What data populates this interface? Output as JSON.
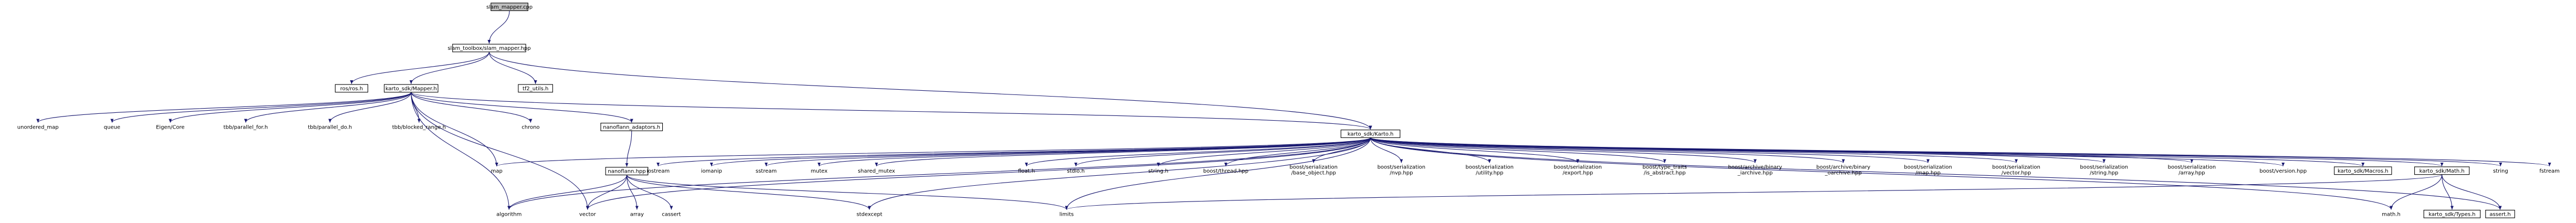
{
  "graph": {
    "title": "slam_mapper.cpp",
    "colors": {
      "edge": "#191970",
      "node_fill": "#ffffff",
      "root_fill": "#bfbfbf",
      "node_border": "#000000",
      "missing_border": "#ff0000"
    },
    "nodes": [
      {
        "id": "slam_mapper_cpp",
        "label": "slam_mapper.cpp",
        "kind": "root"
      },
      {
        "id": "slam_mapper_hpp",
        "label": "slam_toolbox/slam_mapper.hpp",
        "kind": "boxed"
      },
      {
        "id": "ros_h",
        "label": "ros/ros.h",
        "kind": "boxed"
      },
      {
        "id": "mapper_h",
        "label": "karto_sdk/Mapper.h",
        "kind": "boxed"
      },
      {
        "id": "tf2_utils",
        "label": "tf2_utils.h",
        "kind": "boxed"
      },
      {
        "id": "unordered_map",
        "label": "unordered_map",
        "kind": "plain"
      },
      {
        "id": "queue",
        "label": "queue",
        "kind": "plain"
      },
      {
        "id": "eigen_core",
        "label": "Eigen/Core",
        "kind": "plain"
      },
      {
        "id": "tbb_parallel_for",
        "label": "tbb/parallel_for.h",
        "kind": "plain"
      },
      {
        "id": "tbb_parallel_do",
        "label": "tbb/parallel_do.h",
        "kind": "plain"
      },
      {
        "id": "tbb_blocked_range",
        "label": "tbb/blocked_range.h",
        "kind": "plain"
      },
      {
        "id": "chrono",
        "label": "chrono",
        "kind": "plain"
      },
      {
        "id": "nanoflann_adaptors",
        "label": "nanoflann_adaptors.h",
        "kind": "boxed"
      },
      {
        "id": "karto_h",
        "label": "karto_sdk/Karto.h",
        "kind": "boxed"
      },
      {
        "id": "map",
        "label": "map",
        "kind": "plain"
      },
      {
        "id": "vector",
        "label": "vector",
        "kind": "plain"
      },
      {
        "id": "nanoflann_hpp",
        "label": "nanoflann.hpp",
        "kind": "missing"
      },
      {
        "id": "sstream_io",
        "label": "iostream",
        "kind": "plain"
      },
      {
        "id": "iomanip",
        "label": "iomanip",
        "kind": "plain"
      },
      {
        "id": "sstream",
        "label": "sstream",
        "kind": "plain"
      },
      {
        "id": "mutex",
        "label": "mutex",
        "kind": "plain"
      },
      {
        "id": "shared_mutex",
        "label": "shared_mutex",
        "kind": "plain"
      },
      {
        "id": "float_h",
        "label": "float.h",
        "kind": "plain"
      },
      {
        "id": "stdio_h",
        "label": "stdio.h",
        "kind": "plain"
      },
      {
        "id": "string_h",
        "label": "string.h",
        "kind": "plain"
      },
      {
        "id": "boost_thread",
        "label": "boost/thread.hpp",
        "kind": "plain"
      },
      {
        "id": "boost_ser_base",
        "label": "boost/serialization\n/base_object.hpp",
        "kind": "plain"
      },
      {
        "id": "boost_ser_nvp",
        "label": "boost/serialization\n/nvp.hpp",
        "kind": "plain"
      },
      {
        "id": "boost_ser_utility",
        "label": "boost/serialization\n/utility.hpp",
        "kind": "plain"
      },
      {
        "id": "boost_ser_export",
        "label": "boost/serialization\n/export.hpp",
        "kind": "plain"
      },
      {
        "id": "boost_type_traits",
        "label": "boost/type_traits\n/is_abstract.hpp",
        "kind": "plain"
      },
      {
        "id": "boost_arch_bin_i",
        "label": "boost/archive/binary\n_iarchive.hpp",
        "kind": "plain"
      },
      {
        "id": "boost_arch_bin_o",
        "label": "boost/archive/binary\n_oarchive.hpp",
        "kind": "plain"
      },
      {
        "id": "boost_ser_map",
        "label": "boost/serialization\n/map.hpp",
        "kind": "plain"
      },
      {
        "id": "boost_ser_vector",
        "label": "boost/serialization\n/vector.hpp",
        "kind": "plain"
      },
      {
        "id": "boost_ser_string",
        "label": "boost/serialization\n/string.hpp",
        "kind": "plain"
      },
      {
        "id": "boost_ser_array",
        "label": "boost/serialization\n/array.hpp",
        "kind": "plain"
      },
      {
        "id": "boost_version",
        "label": "boost/version.hpp",
        "kind": "plain"
      },
      {
        "id": "macros_h",
        "label": "karto_sdk/Macros.h",
        "kind": "boxed"
      },
      {
        "id": "math_h",
        "label": "karto_sdk/Math.h",
        "kind": "boxed"
      },
      {
        "id": "string",
        "label": "string",
        "kind": "plain"
      },
      {
        "id": "fstream",
        "label": "fstream",
        "kind": "plain"
      },
      {
        "id": "algorithm",
        "label": "algorithm",
        "kind": "plain"
      },
      {
        "id": "array",
        "label": "array",
        "kind": "plain"
      },
      {
        "id": "cassert",
        "label": "cassert",
        "kind": "plain"
      },
      {
        "id": "stdexcept",
        "label": "stdexcept",
        "kind": "plain"
      },
      {
        "id": "limits",
        "label": "limits",
        "kind": "plain"
      },
      {
        "id": "math",
        "label": "math.h",
        "kind": "plain"
      },
      {
        "id": "types_h",
        "label": "karto_sdk/Types.h",
        "kind": "missing"
      },
      {
        "id": "assert_h",
        "label": "assert.h",
        "kind": "boxed"
      }
    ],
    "edges": [
      [
        "slam_mapper_cpp",
        "slam_mapper_hpp"
      ],
      [
        "slam_mapper_hpp",
        "ros_h"
      ],
      [
        "slam_mapper_hpp",
        "mapper_h"
      ],
      [
        "slam_mapper_hpp",
        "tf2_utils"
      ],
      [
        "slam_mapper_hpp",
        "karto_h"
      ],
      [
        "mapper_h",
        "unordered_map"
      ],
      [
        "mapper_h",
        "queue"
      ],
      [
        "mapper_h",
        "eigen_core"
      ],
      [
        "mapper_h",
        "tbb_parallel_for"
      ],
      [
        "mapper_h",
        "tbb_parallel_do"
      ],
      [
        "mapper_h",
        "tbb_blocked_range"
      ],
      [
        "mapper_h",
        "chrono"
      ],
      [
        "mapper_h",
        "nanoflann_adaptors"
      ],
      [
        "mapper_h",
        "karto_h"
      ],
      [
        "mapper_h",
        "map"
      ],
      [
        "mapper_h",
        "vector"
      ],
      [
        "mapper_h",
        "algorithm"
      ],
      [
        "nanoflann_adaptors",
        "nanoflann_hpp"
      ],
      [
        "nanoflann_hpp",
        "algorithm"
      ],
      [
        "nanoflann_hpp",
        "vector"
      ],
      [
        "nanoflann_hpp",
        "array"
      ],
      [
        "nanoflann_hpp",
        "cassert"
      ],
      [
        "nanoflann_hpp",
        "stdexcept"
      ],
      [
        "nanoflann_hpp",
        "limits"
      ],
      [
        "karto_h",
        "map"
      ],
      [
        "karto_h",
        "vector"
      ],
      [
        "karto_h",
        "sstream_io"
      ],
      [
        "karto_h",
        "iomanip"
      ],
      [
        "karto_h",
        "sstream"
      ],
      [
        "karto_h",
        "mutex"
      ],
      [
        "karto_h",
        "shared_mutex"
      ],
      [
        "karto_h",
        "float_h"
      ],
      [
        "karto_h",
        "stdio_h"
      ],
      [
        "karto_h",
        "string_h"
      ],
      [
        "karto_h",
        "boost_thread"
      ],
      [
        "karto_h",
        "boost_ser_base"
      ],
      [
        "karto_h",
        "boost_ser_nvp"
      ],
      [
        "karto_h",
        "boost_ser_utility"
      ],
      [
        "karto_h",
        "boost_ser_export"
      ],
      [
        "karto_h",
        "boost_type_traits"
      ],
      [
        "karto_h",
        "boost_arch_bin_i"
      ],
      [
        "karto_h",
        "boost_arch_bin_o"
      ],
      [
        "karto_h",
        "boost_ser_map"
      ],
      [
        "karto_h",
        "boost_ser_vector"
      ],
      [
        "karto_h",
        "boost_ser_string"
      ],
      [
        "karto_h",
        "boost_ser_array"
      ],
      [
        "karto_h",
        "boost_version"
      ],
      [
        "karto_h",
        "macros_h"
      ],
      [
        "karto_h",
        "math_h"
      ],
      [
        "karto_h",
        "string"
      ],
      [
        "karto_h",
        "fstream"
      ],
      [
        "karto_h",
        "algorithm"
      ],
      [
        "karto_h",
        "stdexcept"
      ],
      [
        "karto_h",
        "limits"
      ],
      [
        "karto_h",
        "math"
      ],
      [
        "karto_h",
        "assert_h"
      ],
      [
        "math_h",
        "limits"
      ],
      [
        "math_h",
        "math"
      ],
      [
        "math_h",
        "types_h"
      ],
      [
        "math_h",
        "assert_h"
      ]
    ]
  }
}
